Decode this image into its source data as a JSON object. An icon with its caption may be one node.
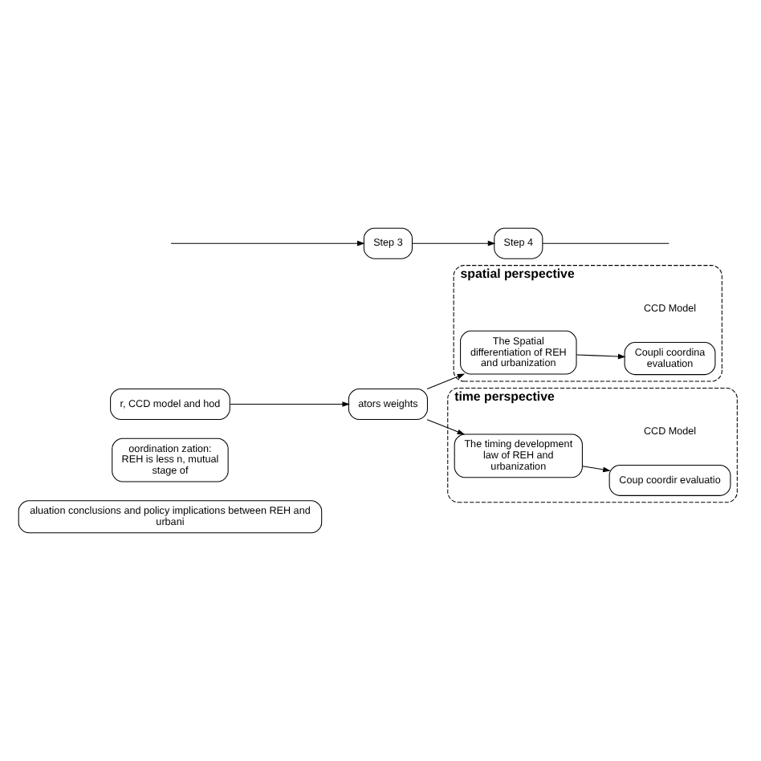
{
  "diagram": {
    "nodes": [
      {
        "text": [
          "aluation conclusions and policy implications between REH and urbani"
        ]
      },
      {
        "text": [
          "oordination zation: REH is less n, mutual stage of"
        ]
      },
      {
        "text": [
          "spatial perspective"
        ]
      },
      {
        "text": [
          "The Spatial differentiation of REH and urbanization"
        ],
        "in": 2
      },
      {
        "text": [
          "Coupli coordina evaluation"
        ],
        "in": 2,
        "beside": [
          "CCD Model"
        ]
      },
      {
        "text": [
          "ators weights"
        ]
      },
      {
        "text": [
          "time perspective"
        ]
      },
      {
        "text": [
          "The timing development law of REH and urbanization"
        ],
        "in": 6
      },
      {
        "text": [
          "Coup coordir evaluatio"
        ],
        "in": 6,
        "beside": [
          "CCD Model"
        ]
      },
      {
        "text": [
          "r, CCD model and hod"
        ]
      },
      {
        "text": [
          "Step 3"
        ]
      },
      {
        "text": [
          "Step 4"
        ]
      }
    ],
    "edges": [
      {
        "from": 9,
        "to": 5,
        "arrow": "to"
      },
      {
        "from": 5,
        "to": 3,
        "arrow": "to"
      },
      {
        "from": 5,
        "to": 7,
        "arrow": "to"
      },
      {
        "from": 3,
        "to": 4,
        "arrow": "to"
      },
      {
        "from": 7,
        "to": 8,
        "arrow": "to"
      },
      {
        "from": null,
        "to": 10,
        "arrow": "to"
      },
      {
        "from": 10,
        "to": 11,
        "arrow": "to"
      },
      {
        "from": 11,
        "to": null,
        "arrow": "none"
      }
    ]
  }
}
